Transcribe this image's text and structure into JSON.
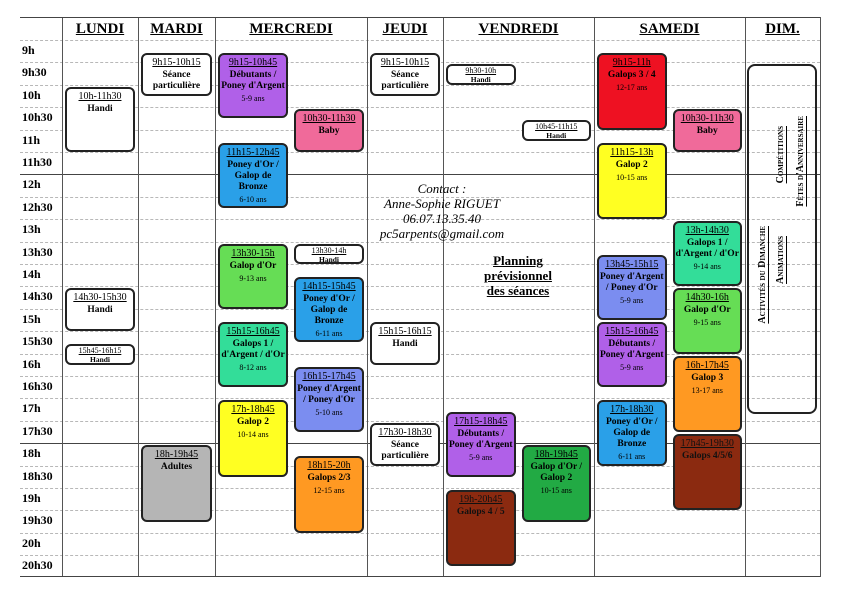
{
  "days": [
    "LUNDI",
    "MARDI",
    "MERCREDI",
    "JEUDI",
    "VENDREDI",
    "SAMEDI",
    "DIM."
  ],
  "times": [
    "9h",
    "9h30",
    "10h",
    "10h30",
    "11h",
    "11h30",
    "12h",
    "12h30",
    "13h",
    "13h30",
    "14h",
    "14h30",
    "15h",
    "15h30",
    "16h",
    "16h30",
    "17h",
    "17h30",
    "18h",
    "18h30",
    "19h",
    "19h30",
    "20h",
    "20h30"
  ],
  "contact": {
    "title": "Contact :",
    "name": "Anne-Sophie RIGUET",
    "phone": "06.07.13.35.40",
    "email": "pc5arpents@gmail.com"
  },
  "planning": {
    "line1": "Planning",
    "line2": "prévisionnel",
    "line3": "des séances"
  },
  "dimanche": {
    "col1": "Activités du Dimanche",
    "col2": "Animations",
    "col3": "Compétitions",
    "col4": "Fêtes d'Anniversaire"
  },
  "sessions": [
    {
      "day": "LUNDI",
      "time": "10h-11h30",
      "name": "Handi",
      "age": "",
      "color": "#ffffff"
    },
    {
      "day": "LUNDI",
      "time": "14h30-15h30",
      "name": "Handi",
      "age": "",
      "color": "#ffffff"
    },
    {
      "day": "LUNDI",
      "time": "15h45-16h15",
      "name": "Handi",
      "age": "",
      "color": "#ffffff"
    },
    {
      "day": "MARDI",
      "time": "9h15-10h15",
      "name": "Séance particulière",
      "age": "",
      "color": "#ffffff"
    },
    {
      "day": "MARDI",
      "time": "18h-19h45",
      "name": "Adultes",
      "age": "",
      "color": "#b5b5b5"
    },
    {
      "day": "MERCREDI",
      "time": "9h15-10h45",
      "name": "Débutants / Poney d'Argent",
      "age": "5-9 ans",
      "color": "#b060e8"
    },
    {
      "day": "MERCREDI",
      "time": "10h30-11h30",
      "name": "Baby",
      "age": "",
      "color": "#f06a9a"
    },
    {
      "day": "MERCREDI",
      "time": "11h15-12h45",
      "name": "Poney d'Or / Galop de Bronze",
      "age": "6-10 ans",
      "color": "#2aa0e8"
    },
    {
      "day": "MERCREDI",
      "time": "13h30-15h",
      "name": "Galop d'Or",
      "age": "9-13 ans",
      "color": "#66dd55"
    },
    {
      "day": "MERCREDI",
      "time": "13h30-14h",
      "name": "Handi",
      "age": "",
      "color": "#ffffff"
    },
    {
      "day": "MERCREDI",
      "time": "14h15-15h45",
      "name": "Poney d'Or / Galop de Bronze",
      "age": "6-11 ans",
      "color": "#2aa0e8"
    },
    {
      "day": "MERCREDI",
      "time": "15h15-16h45",
      "name": "Galops 1 / d'Argent / d'Or",
      "age": "8-12 ans",
      "color": "#33dd99"
    },
    {
      "day": "MERCREDI",
      "time": "16h15-17h45",
      "name": "Poney d'Argent / Poney d'Or",
      "age": "5-10 ans",
      "color": "#7b8df0"
    },
    {
      "day": "MERCREDI",
      "time": "17h-18h45",
      "name": "Galop 2",
      "age": "10-14 ans",
      "color": "#ffff22"
    },
    {
      "day": "MERCREDI",
      "time": "18h15-20h",
      "name": "Galops 2/3",
      "age": "12-15 ans",
      "color": "#ff9922"
    },
    {
      "day": "JEUDI",
      "time": "9h15-10h15",
      "name": "Séance particulière",
      "age": "",
      "color": "#ffffff"
    },
    {
      "day": "JEUDI",
      "time": "15h15-16h15",
      "name": "Handi",
      "age": "",
      "color": "#ffffff"
    },
    {
      "day": "JEUDI",
      "time": "17h30-18h30",
      "name": "Séance particulière",
      "age": "",
      "color": "#ffffff"
    },
    {
      "day": "VENDREDI",
      "time": "9h30-10h",
      "name": "Handi",
      "age": "",
      "color": "#ffffff"
    },
    {
      "day": "VENDREDI",
      "time": "10h45-11h15",
      "name": "Handi",
      "age": "",
      "color": "#ffffff"
    },
    {
      "day": "VENDREDI",
      "time": "17h15-18h45",
      "name": "Débutants / Poney d'Argent",
      "age": "5-9 ans",
      "color": "#b060e8"
    },
    {
      "day": "VENDREDI",
      "time": "18h-19h45",
      "name": "Galop d'Or / Galop 2",
      "age": "10-15 ans",
      "color": "#22aa44"
    },
    {
      "day": "VENDREDI",
      "time": "19h-20h45",
      "name": "Galops 4 / 5",
      "age": "",
      "color": "#8b2a10"
    },
    {
      "day": "SAMEDI",
      "time": "9h15-11h",
      "name": "Galops 3 / 4",
      "age": "12-17 ans",
      "color": "#ee1122"
    },
    {
      "day": "SAMEDI",
      "time": "10h30-11h30",
      "name": "Baby",
      "age": "",
      "color": "#f06a9a"
    },
    {
      "day": "SAMEDI",
      "time": "11h15-13h",
      "name": "Galop 2",
      "age": "10-15 ans",
      "color": "#ffff22"
    },
    {
      "day": "SAMEDI",
      "time": "13h-14h30",
      "name": "Galops 1 / d'Argent / d'Or",
      "age": "9-14 ans",
      "color": "#33dd99"
    },
    {
      "day": "SAMEDI",
      "time": "13h45-15h15",
      "name": "Poney d'Argent / Poney d'Or",
      "age": "5-9 ans",
      "color": "#7b8df0"
    },
    {
      "day": "SAMEDI",
      "time": "14h30-16h",
      "name": "Galop d'Or",
      "age": "9-15 ans",
      "color": "#66dd55"
    },
    {
      "day": "SAMEDI",
      "time": "15h15-16h45",
      "name": "Débutants / Poney d'Argent",
      "age": "5-9 ans",
      "color": "#b060e8"
    },
    {
      "day": "SAMEDI",
      "time": "16h-17h45",
      "name": "Galop 3",
      "age": "13-17 ans",
      "color": "#ff9922"
    },
    {
      "day": "SAMEDI",
      "time": "17h-18h30",
      "name": "Poney d'Or / Galop de Bronze",
      "age": "6-11 ans",
      "color": "#2aa0e8"
    },
    {
      "day": "SAMEDI",
      "time": "17h45-19h30",
      "name": "Galops 4/5/6",
      "age": "",
      "color": "#8b2a10"
    }
  ]
}
